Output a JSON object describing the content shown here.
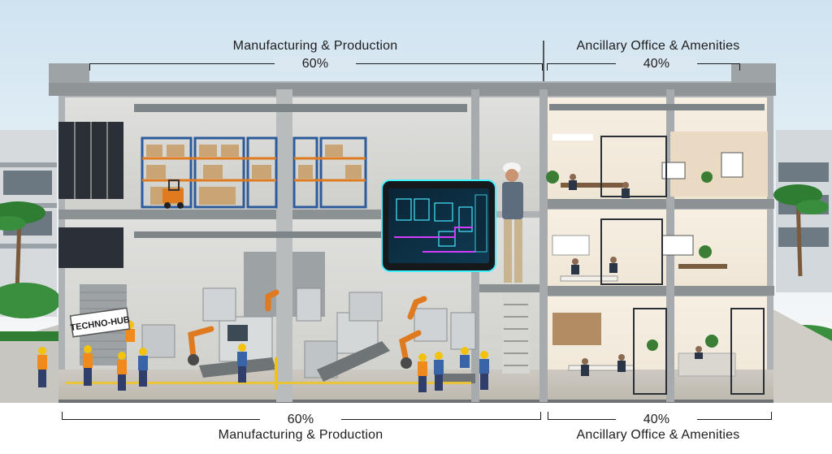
{
  "top_labels": {
    "manufacturing": {
      "title": "Manufacturing & Production",
      "share": "60%"
    },
    "office": {
      "title": "Ancillary Office & Amenities",
      "share": "40%"
    }
  },
  "bottom_labels": {
    "manufacturing": {
      "share": "60%",
      "title": "Manufacturing & Production"
    },
    "office": {
      "share": "40%",
      "title": "Ancillary Office & Amenities"
    }
  },
  "sign": {
    "text": "TECHNO-HUB"
  },
  "colors": {
    "concrete": "#9fa3a6",
    "glass": "#2b3238",
    "floor": "#c9c6bf",
    "rack_frame": "#2d5a9b",
    "rack_beam": "#e07a1f",
    "robot_orange": "#e07a1f",
    "vest": "#f08a1c",
    "hardhat": "#f2c20f",
    "tablet_glow": "#3ff0ff",
    "office_wall": "#f3ebdd"
  }
}
